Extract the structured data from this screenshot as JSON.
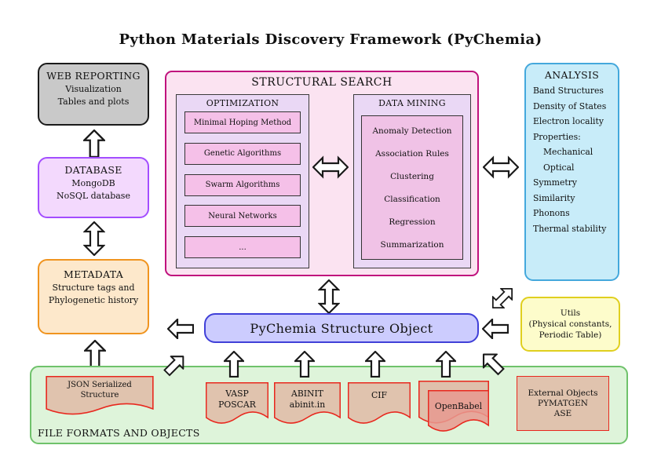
{
  "title": "Python Materials Discovery Framework (PyChemia)",
  "web_reporting": {
    "title": "WEB REPORTING",
    "lines": [
      "Visualization",
      "Tables and plots"
    ]
  },
  "database": {
    "title": "DATABASE",
    "lines": [
      "MongoDB",
      "NoSQL database"
    ]
  },
  "metadata": {
    "title": "METADATA",
    "lines": [
      "Structure tags and",
      "Phylogenetic history"
    ]
  },
  "structural_search": {
    "title": "STRUCTURAL SEARCH",
    "optimization": {
      "title": "OPTIMIZATION",
      "items": [
        "Minimal Hoping Method",
        "Genetic Algorithms",
        "Swarm Algorithms",
        "Neural Networks",
        "..."
      ]
    },
    "data_mining": {
      "title": "DATA MINING",
      "items": [
        "Anomaly Detection",
        "Association Rules",
        "Clustering",
        "Classification",
        "Regression",
        "Summarization"
      ]
    }
  },
  "analysis": {
    "title": "ANALYSIS",
    "items": [
      {
        "label": "Band Structures",
        "indent": false
      },
      {
        "label": "Density of States",
        "indent": false
      },
      {
        "label": "Electron locality",
        "indent": false
      },
      {
        "label": "Properties:",
        "indent": false
      },
      {
        "label": "Mechanical",
        "indent": true
      },
      {
        "label": "Optical",
        "indent": true
      },
      {
        "label": "Symmetry",
        "indent": false
      },
      {
        "label": "Similarity",
        "indent": false
      },
      {
        "label": "Phonons",
        "indent": false
      },
      {
        "label": "Thermal stability",
        "indent": false
      }
    ]
  },
  "structure_object": {
    "label": "PyChemia Structure Object"
  },
  "utils": {
    "lines": [
      "Utils",
      "(Physical constants,",
      "Periodic Table)"
    ]
  },
  "file_formats": {
    "label": "FILE FORMATS AND OBJECTS",
    "documents": {
      "json": {
        "lines": [
          "JSON Serialized",
          "Structure"
        ]
      },
      "vasp": {
        "lines": [
          "VASP",
          "POSCAR"
        ]
      },
      "abinit": {
        "lines": [
          "ABINIT",
          "abinit.in"
        ]
      },
      "cif": {
        "lines": [
          "CIF"
        ]
      },
      "openbabel": {
        "lines": [
          "OpenBabel"
        ]
      },
      "external": {
        "lines": [
          "External Objects",
          "PYMATGEN",
          "ASE"
        ]
      }
    }
  },
  "colors": {
    "web_reporting_fill": "#c9c9c9",
    "database_fill": "#f3d9fd",
    "database_border": "#a34dff",
    "metadata_fill": "#fde8cb",
    "metadata_border": "#f0941f",
    "structural_search_fill": "#fbe3f1",
    "structural_search_border": "#c0127d",
    "panel_fill": "#ead8f5",
    "panel_item_fill": "#f5c0e8",
    "analysis_fill": "#c8ecf9",
    "analysis_border": "#44a8dc",
    "structure_object_fill": "#ccccfe",
    "structure_object_border": "#4040d8",
    "utils_fill": "#fdfccb",
    "utils_border": "#e0cf1f",
    "file_formats_fill": "#def4da",
    "file_formats_border": "#6fc26b",
    "document_fill": "#e0c3ae",
    "document_border": "#e8281e",
    "openbabel_front_fill": "#e8998f"
  }
}
